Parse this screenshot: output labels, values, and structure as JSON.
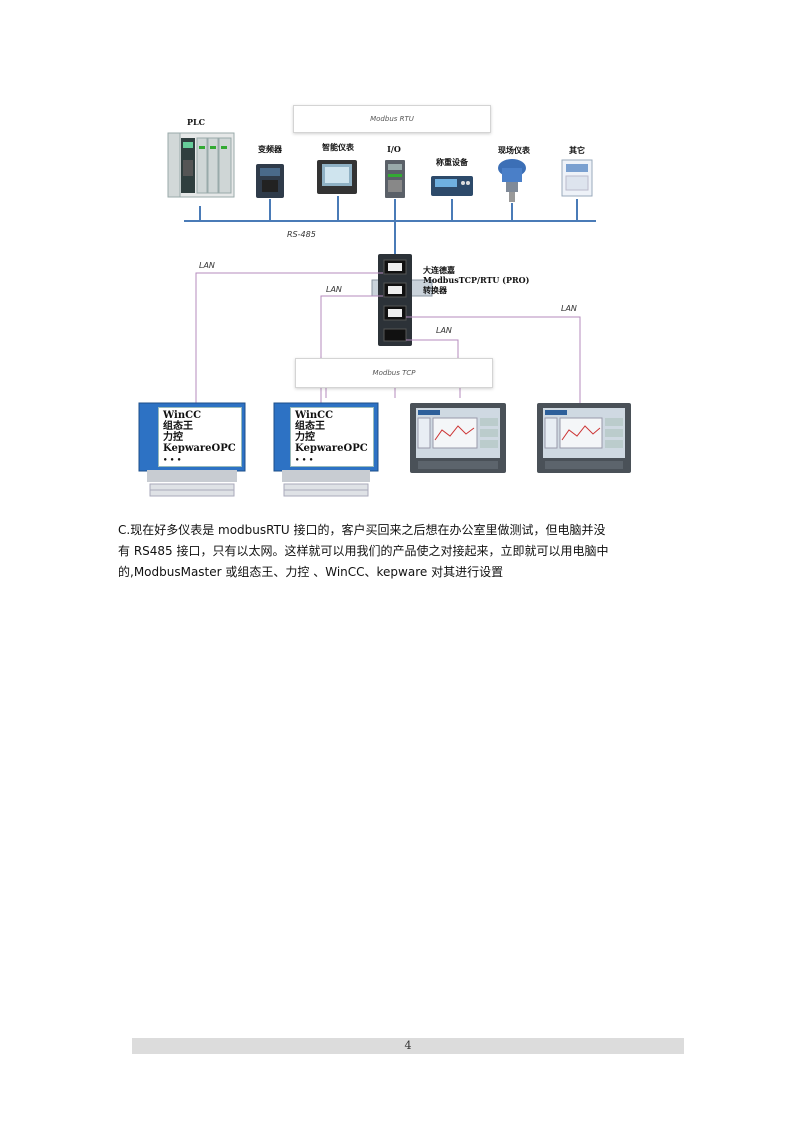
{
  "diagram": {
    "modbus_rtu_label": "Modbus RTU",
    "modbus_tcp_label": "Modbus TCP",
    "rs485_label": "RS-485",
    "devices": [
      {
        "label": "PLC",
        "icon": "plc-icon"
      },
      {
        "label": "变频器",
        "icon": "inverter-icon"
      },
      {
        "label": "智能仪表",
        "icon": "smart-meter-icon"
      },
      {
        "label": "I/O",
        "icon": "io-module-icon"
      },
      {
        "label": "称重设备",
        "icon": "weighing-device-icon"
      },
      {
        "label": "现场仪表",
        "icon": "field-instrument-icon"
      },
      {
        "label": "其它",
        "icon": "other-device-icon"
      }
    ],
    "converter": {
      "line1": "大连德嘉",
      "line2": "ModbusTCP/RTU (PRO)",
      "line3": "转换器"
    },
    "lan_labels": [
      "LAN",
      "LAN",
      "LAN",
      "LAN"
    ],
    "pc_screen_lines": [
      "WinCC",
      "组态王",
      "力控",
      "KepwareOPC",
      "• • •"
    ],
    "hmi_count": 2
  },
  "paragraph": {
    "line1": "C.现在好多仪表是 modbusRTU 接口的，客户买回来之后想在办公室里做测试，但电脑并没",
    "line2": "有 RS485 接口，只有以太网。这样就可以用我们的产品使之对接起来，立即就可以用电脑中",
    "line3": "的,ModbusMaster 或组态王、力控 、WinCC、kepware 对其进行设置"
  },
  "footer": {
    "page_number": "4"
  }
}
